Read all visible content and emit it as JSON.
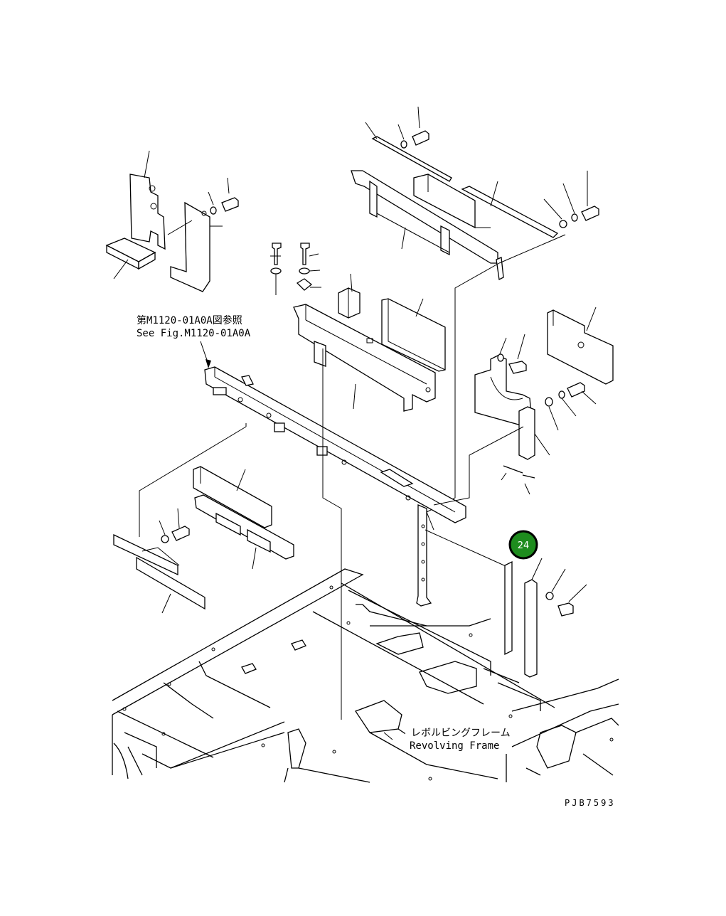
{
  "diagram": {
    "reference_note_jp": "第M1120-01A0A図参照",
    "reference_note_en": "See Fig.M1120-01A0A",
    "frame_label_jp": "レボルビングフレーム",
    "frame_label_en": "Revolving Frame",
    "drawing_code": "PJB7593",
    "callouts": [
      {
        "number": "24",
        "color": "#1e8c1e",
        "ring_color": "#000000"
      }
    ]
  }
}
